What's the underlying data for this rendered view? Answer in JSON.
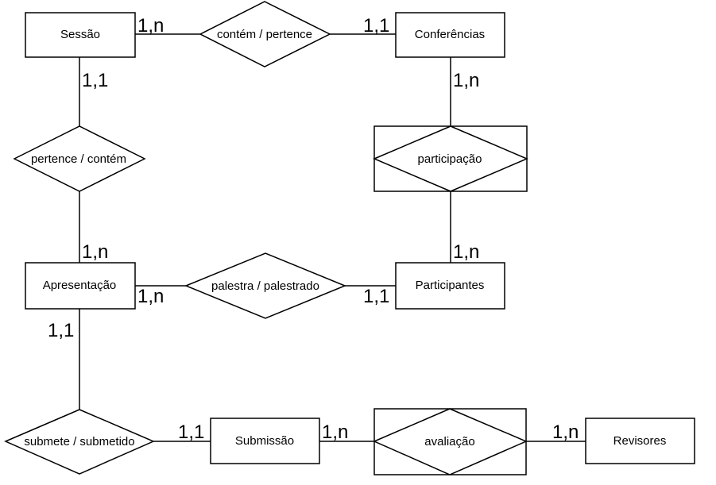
{
  "entities": {
    "sessao": "Sessão",
    "conferencias": "Conferências",
    "apresentacao": "Apresentação",
    "participantes": "Participantes",
    "submissao": "Submissão",
    "revisores": "Revisores"
  },
  "relationships": {
    "contem_pertence": "contém / pertence",
    "pertence_contem": "pertence / contém",
    "participacao": "participação",
    "palestra_palestrado": "palestra / palestrado",
    "submete_submetido": "submete / submetido",
    "avaliacao": "avaliação"
  },
  "cardinalities": {
    "sessao_contem": "1,n",
    "conferencias_contem": "1,1",
    "sessao_pertence": "1,1",
    "apresentacao_pertence": "1,n",
    "conferencias_participacao": "1,n",
    "participantes_participacao": "1,n",
    "apresentacao_palestra": "1,n",
    "participantes_palestra": "1,1",
    "apresentacao_submete": "1,1",
    "submissao_submete": "1,1",
    "submissao_avaliacao": "1,n",
    "revisores_avaliacao": "1,n"
  }
}
